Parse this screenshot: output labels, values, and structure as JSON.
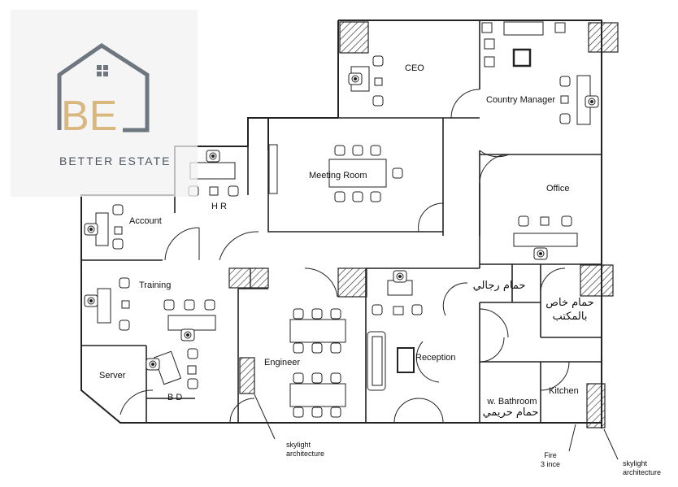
{
  "logo": {
    "monogram": "BE",
    "brand_name": "BETTER ESTATE",
    "colors": {
      "gold": "#d9b880",
      "gray": "#6e7680"
    }
  },
  "rooms": {
    "ceo": "CEO",
    "country_manager": "Country Manager",
    "meeting_room": "Meeting Room",
    "office": "Office",
    "hr": "H R",
    "account": "Account",
    "training": "Training",
    "engineer": "Engineer",
    "reception": "Reception",
    "server": "Server",
    "bd": "B D",
    "kitchen": "Kitchen",
    "w_bathroom": "w. Bathroom",
    "w_bathroom_ar": "حمام حريمي",
    "men_bathroom_ar": "حمام رجالي",
    "private_bathroom_ar_line1": "حمام خاص",
    "private_bathroom_ar_line2": "بالمكتب"
  },
  "notes": {
    "skylight_1_line1": "skylight",
    "skylight_1_line2": "architecture",
    "skylight_2_line1": "skylight",
    "skylight_2_line2": "architecture",
    "fire_line1": "Fire",
    "fire_line2": "3 ince"
  },
  "colors": {
    "wall": "#222222",
    "hatch": "#333333",
    "background": "#ffffff"
  }
}
